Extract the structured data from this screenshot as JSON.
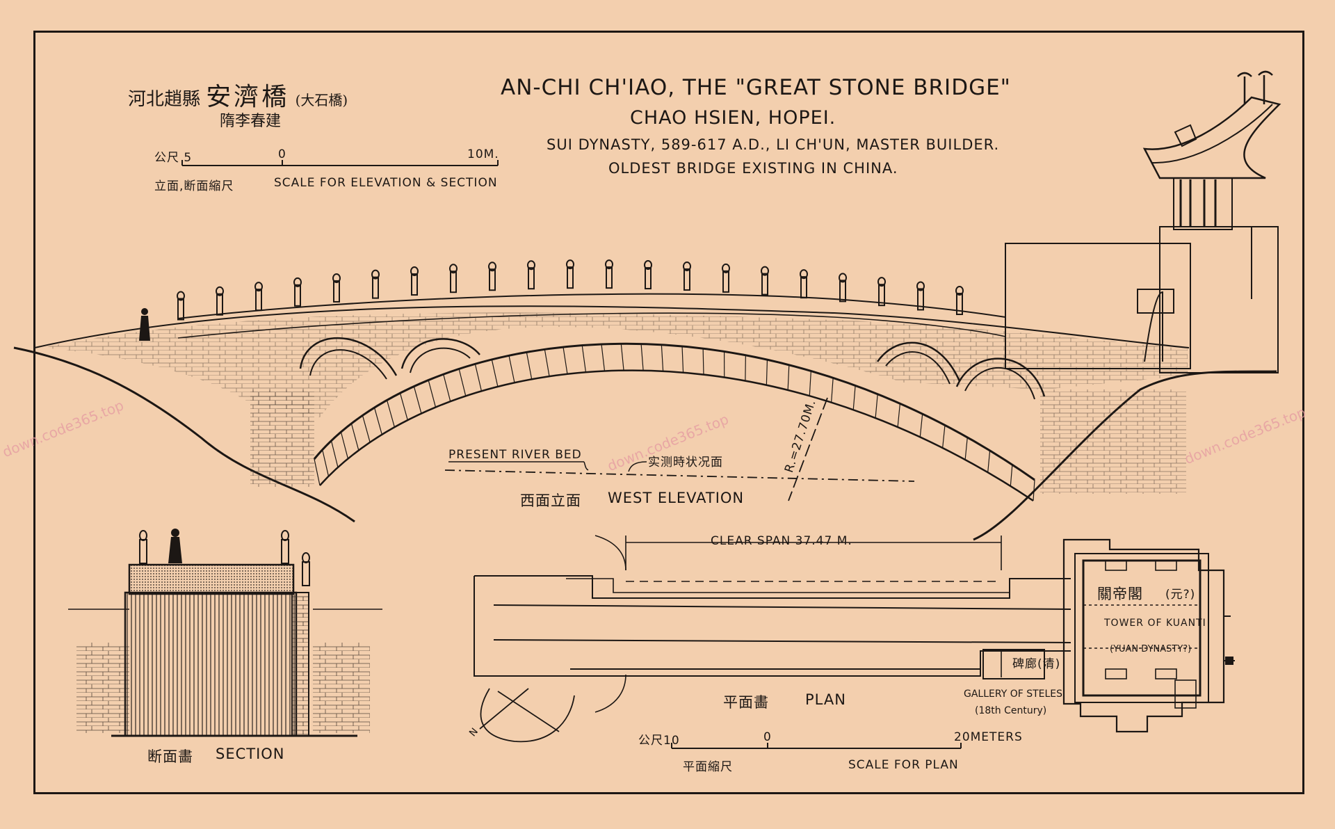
{
  "title": {
    "line1": "AN-CHI CH'IAO, THE \"GREAT STONE BRIDGE\"",
    "line2": "CHAO HSIEN, HOPEI.",
    "line3": "SUI DYNASTY, 589-617 A.D., LI CH'UN, MASTER BUILDER.",
    "line4": "OLDEST BRIDGE EXISTING IN CHINA."
  },
  "chinese_title": {
    "prefix": "河北趙縣",
    "name": "安濟橋",
    "alt_name": "(大石橋)",
    "builder": "隋李春建"
  },
  "elevation_scale": {
    "unit_left": "公尺 5",
    "zero": "0",
    "right": "10M.",
    "cn_label": "立面,断面縮尺",
    "label": "SCALE FOR ELEVATION & SECTION"
  },
  "elevation": {
    "river_bed": "PRESENT RIVER BED",
    "river_bed_cn": "实测時状况面",
    "radius": "R.=27.70M.",
    "title_cn": "西面立面",
    "title": "WEST ELEVATION"
  },
  "section": {
    "title_cn": "断面畵",
    "title": "SECTION"
  },
  "plan": {
    "clear_span": "CLEAR SPAN 37.47 M.",
    "tower_cn": "關帝閣",
    "tower_cn_note": "(元?)",
    "tower": "TOWER OF KUANTI",
    "tower_dynasty": "(YUAN DYNASTY?)",
    "gallery_cn": "碑廊(清)",
    "gallery": "GALLERY OF STELES",
    "gallery_century": "(18th Century)",
    "north": "N",
    "title_cn": "平面畵",
    "title": "PLAN"
  },
  "plan_scale": {
    "unit_left": "公尺10",
    "zero": "0",
    "right": "20METERS",
    "cn_label": "平面縮尺",
    "label": "SCALE FOR PLAN"
  },
  "watermark": "down.code365.top",
  "colors": {
    "paper": "#f3cfae",
    "ink": "#1c1714",
    "watermark": "#e59aa1"
  }
}
